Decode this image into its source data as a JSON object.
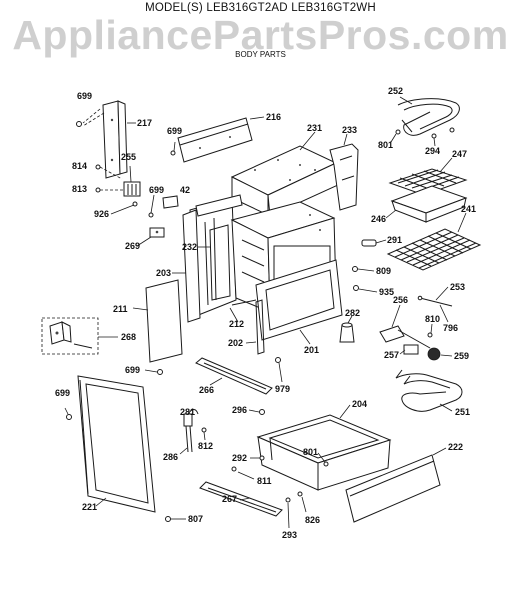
{
  "header": {
    "model_line": "MODEL(S) LEB316GT2AD  LEB316GT2WH",
    "watermark": "AppliancePartsPros.com",
    "section": "BODY PARTS"
  },
  "callouts": [
    {
      "id": "699",
      "part": "screw-699-top-left"
    },
    {
      "id": "217",
      "part": "panel-bracket-217"
    },
    {
      "id": "699",
      "part": "screw-699-top-mid"
    },
    {
      "id": "216",
      "part": "top-panel-216"
    },
    {
      "id": "231",
      "part": "oven-body-231"
    },
    {
      "id": "233",
      "part": "vent-duct-233"
    },
    {
      "id": "252",
      "part": "broil-element-252"
    },
    {
      "id": "801",
      "part": "screw-801-top"
    },
    {
      "id": "294",
      "part": "clip-294"
    },
    {
      "id": "247",
      "part": "broiler-grid-247"
    },
    {
      "id": "814",
      "part": "screw-814"
    },
    {
      "id": "255",
      "part": "bracket-255"
    },
    {
      "id": "813",
      "part": "screw-813"
    },
    {
      "id": "699",
      "part": "screw-699-left"
    },
    {
      "id": "42",
      "part": "clip-42"
    },
    {
      "id": "926",
      "part": "screw-926"
    },
    {
      "id": "246",
      "part": "broiler-pan-246"
    },
    {
      "id": "241",
      "part": "oven-rack-241"
    },
    {
      "id": "269",
      "part": "hinge-269"
    },
    {
      "id": "232",
      "part": "side-panel-232"
    },
    {
      "id": "291",
      "part": "rack-support-291"
    },
    {
      "id": "809",
      "part": "screw-809"
    },
    {
      "id": "203",
      "part": "side-wrapper-203"
    },
    {
      "id": "935",
      "part": "screw-935"
    },
    {
      "id": "253",
      "part": "bracket-253"
    },
    {
      "id": "256",
      "part": "sensor-256"
    },
    {
      "id": "810",
      "part": "screw-810"
    },
    {
      "id": "211",
      "part": "back-panel-211"
    },
    {
      "id": "212",
      "part": "frame-212"
    },
    {
      "id": "282",
      "part": "leveling-leg-282"
    },
    {
      "id": "796",
      "part": "screw-796"
    },
    {
      "id": "268",
      "part": "bracket-268"
    },
    {
      "id": "202",
      "part": "door-frame-202"
    },
    {
      "id": "201",
      "part": "front-frame-201"
    },
    {
      "id": "257",
      "part": "socket-257"
    },
    {
      "id": "259",
      "part": "knob-259"
    },
    {
      "id": "699",
      "part": "screw-699-lower"
    },
    {
      "id": "266",
      "part": "kick-rail-266"
    },
    {
      "id": "979",
      "part": "screw-979"
    },
    {
      "id": "699",
      "part": "screw-699-door"
    },
    {
      "id": "281",
      "part": "latch-281"
    },
    {
      "id": "296",
      "part": "screw-296"
    },
    {
      "id": "204",
      "part": "drawer-204"
    },
    {
      "id": "251",
      "part": "bake-element-251"
    },
    {
      "id": "812",
      "part": "screw-812"
    },
    {
      "id": "286",
      "part": "latch-rod-286"
    },
    {
      "id": "292",
      "part": "screw-292"
    },
    {
      "id": "801",
      "part": "screw-801-drawer"
    },
    {
      "id": "222",
      "part": "drawer-front-222"
    },
    {
      "id": "811",
      "part": "screw-811"
    },
    {
      "id": "267",
      "part": "drawer-rail-267"
    },
    {
      "id": "221",
      "part": "door-assembly-221"
    },
    {
      "id": "826",
      "part": "screw-826"
    },
    {
      "id": "807",
      "part": "screw-807"
    },
    {
      "id": "293",
      "part": "screw-293"
    }
  ]
}
